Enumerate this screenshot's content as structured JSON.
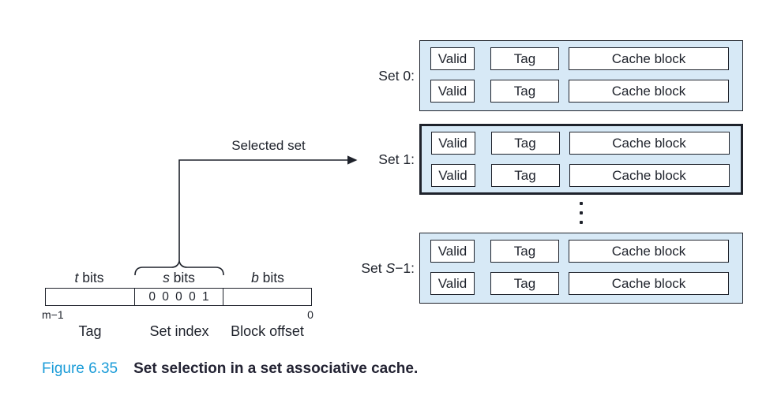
{
  "colors": {
    "set_fill": "#D7E9F6",
    "line": "#1E222B",
    "figure_label_blue": "#1B9CD8",
    "caption_dark": "#232333"
  },
  "cells": {
    "valid": "Valid",
    "tag": "Tag",
    "cache_block": "Cache block"
  },
  "set_labels": {
    "set0": "Set 0:",
    "set1": "Set 1:",
    "setS_pre": "Set ",
    "setS_var": "S",
    "setS_post": "−1:"
  },
  "selected_set_label": "Selected set",
  "address": {
    "t_var": "t",
    "t_rest": " bits",
    "s_var": "s",
    "s_rest": " bits",
    "b_var": "b",
    "b_rest": " bits",
    "set_index_value": "0 0 0 0 1",
    "msb_label": "m−1",
    "lsb_label": "0",
    "tag_label": "Tag",
    "set_index_label": "Set index",
    "block_offset_label": "Block offset"
  },
  "caption": {
    "figure": "Figure 6.35",
    "title": "Set selection in a set associative cache."
  }
}
